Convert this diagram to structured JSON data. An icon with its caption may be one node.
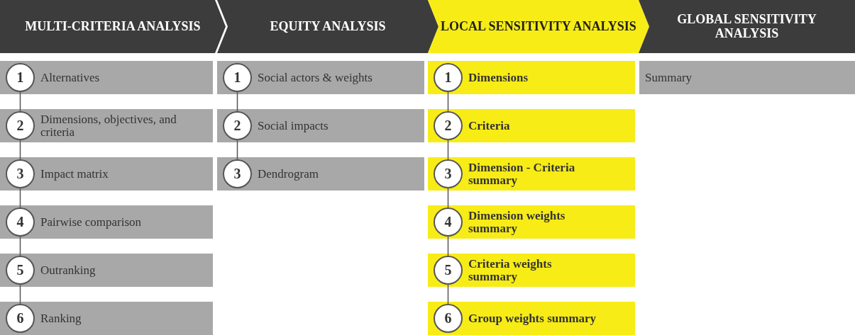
{
  "diagram": {
    "nodes": [
      {
        "text": [
          "MULTI-CRITERIA ANALYSIS"
        ]
      },
      {
        "text": [
          "EQUITY ANALYSIS"
        ]
      },
      {
        "text": [
          "LOCAL SENSITIVITY ANALYSIS"
        ]
      },
      {
        "text": [
          "GLOBAL SENSITIVITY ANALYSIS"
        ]
      },
      {
        "text": [
          "Alternatives"
        ]
      },
      {
        "text": [
          "1"
        ],
        "in": 4
      },
      {
        "text": [
          "Dimensions, objectives, and criteria"
        ]
      },
      {
        "text": [
          "2"
        ],
        "in": 6
      },
      {
        "text": [
          "Impact matrix"
        ]
      },
      {
        "text": [
          "3"
        ],
        "in": 8
      },
      {
        "text": [
          "Pairwise comparison"
        ]
      },
      {
        "text": [
          "4"
        ],
        "in": 10
      },
      {
        "text": [
          "Outranking"
        ]
      },
      {
        "text": [
          "5"
        ],
        "in": 12
      },
      {
        "text": [
          "Ranking"
        ]
      },
      {
        "text": [
          "6"
        ],
        "in": 14
      },
      {
        "text": [
          "Social actors & weights"
        ]
      },
      {
        "text": [
          "1"
        ],
        "in": 16
      },
      {
        "text": [
          "Social impacts"
        ]
      },
      {
        "text": [
          "2"
        ],
        "in": 18
      },
      {
        "text": [
          "Dendrogram"
        ]
      },
      {
        "text": [
          "3"
        ],
        "in": 20
      },
      {
        "text": [
          "Dimensions"
        ]
      },
      {
        "text": [
          "1"
        ],
        "in": 22
      },
      {
        "text": [
          "Criteria"
        ]
      },
      {
        "text": [
          "2"
        ],
        "in": 24
      },
      {
        "text": [
          "Dimension - Criteria summary"
        ]
      },
      {
        "text": [
          "3"
        ],
        "in": 26
      },
      {
        "text": [
          "Dimension weights summary"
        ]
      },
      {
        "text": [
          "4"
        ],
        "in": 28
      },
      {
        "text": [
          "Criteria weights summary"
        ]
      },
      {
        "text": [
          "5"
        ],
        "in": 30
      },
      {
        "text": [
          "Group weights summary"
        ]
      },
      {
        "text": [
          "6"
        ],
        "in": 32
      },
      {
        "text": [
          "Summary"
        ]
      }
    ],
    "edges": [
      {
        "from": 5,
        "to": 7,
        "arrow": "none"
      },
      {
        "from": 7,
        "to": 9,
        "arrow": "none"
      },
      {
        "from": 9,
        "to": 11,
        "arrow": "none"
      },
      {
        "from": 11,
        "to": 13,
        "arrow": "none"
      },
      {
        "from": 13,
        "to": 15,
        "arrow": "none"
      },
      {
        "from": 17,
        "to": 19,
        "arrow": "none"
      },
      {
        "from": 19,
        "to": 21,
        "arrow": "none"
      },
      {
        "from": 23,
        "to": 25,
        "arrow": "none"
      },
      {
        "from": 25,
        "to": 27,
        "arrow": "none"
      },
      {
        "from": 27,
        "to": 29,
        "arrow": "none"
      },
      {
        "from": 29,
        "to": 31,
        "arrow": "none"
      },
      {
        "from": 31,
        "to": 33,
        "arrow": "none"
      }
    ]
  }
}
